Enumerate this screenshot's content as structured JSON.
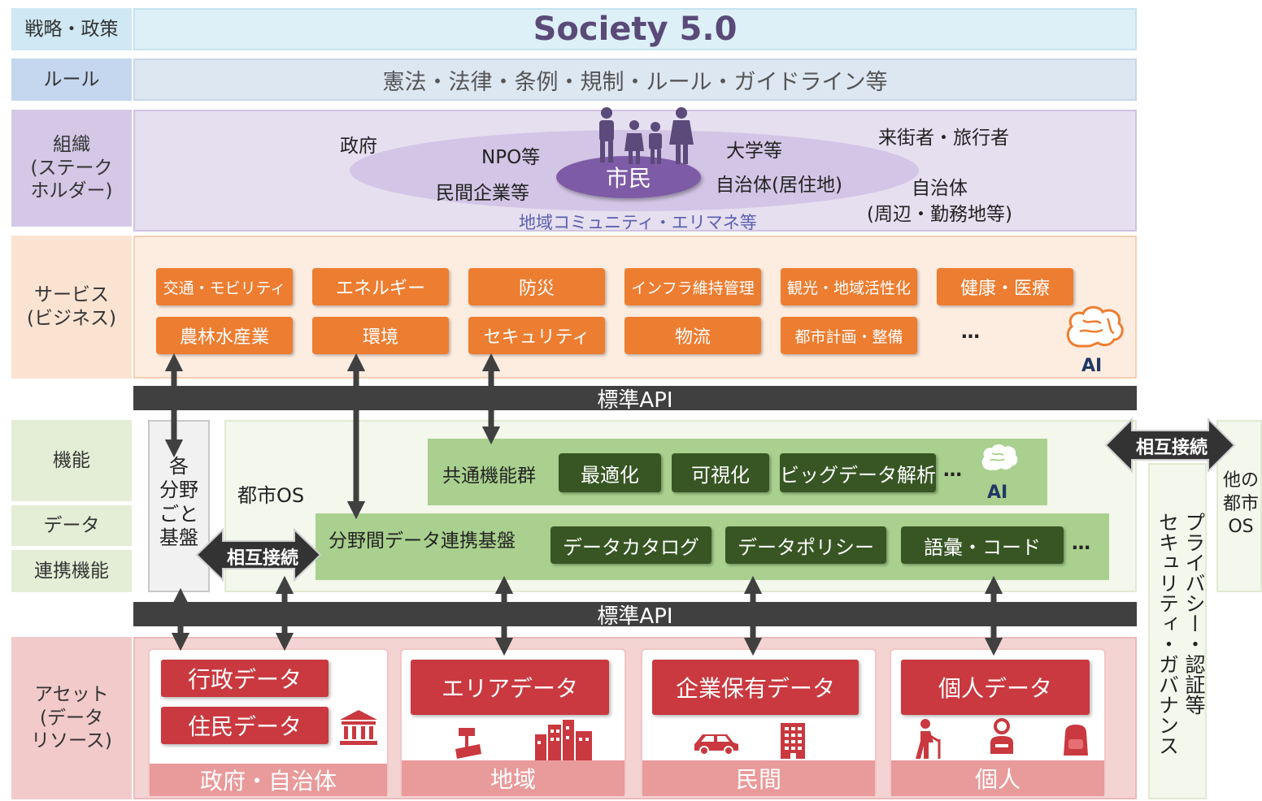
{
  "rows": {
    "strategy": {
      "label": "戦略・政策",
      "title": "Society 5.0"
    },
    "rule": {
      "label": "ルール",
      "text": "憲法・法律・条例・規制・ルール・ガイドライン等"
    },
    "org": {
      "label": "組織\n(ステーク\nホルダー)"
    },
    "service": {
      "label": "サービス\n(ビジネス)"
    },
    "function": {
      "label": "機能"
    },
    "data": {
      "label": "データ"
    },
    "link": {
      "label": "連携機能"
    },
    "asset": {
      "label": "アセット\n(データ\nリソース)"
    }
  },
  "stakeholders": {
    "gov": "政府",
    "npo": "NPO等",
    "citizen": "市民",
    "univ": "大学等",
    "visitors": "来街者・旅行者",
    "company": "民間企業等",
    "municipality_home": "自治体(居住地)",
    "municipality_other": "自治体\n(周辺・勤務地等)",
    "community": "地域コミュニティ・エリマネ等"
  },
  "services": [
    "交通・モビリティ",
    "エネルギー",
    "防災",
    "インフラ維持管理",
    "観光・地域活性化",
    "健康・医療",
    "農林水産業",
    "環境",
    "セキュリティ",
    "物流",
    "都市計画・整備",
    "…"
  ],
  "ai_label": "AI",
  "api_label": "標準API",
  "field_platform": "各\n分野\nごと\n基盤",
  "city_os": "都市OS",
  "mutual_connect": "相互接続",
  "common_functions": {
    "title": "共通機能群",
    "items": [
      "最適化",
      "可視化",
      "ビッグデータ解析"
    ],
    "more": "…"
  },
  "data_platform": {
    "title": "分野間データ連携基盤",
    "items": [
      "データカタログ",
      "データポリシー",
      "語彙・コード"
    ],
    "more": "…"
  },
  "security": "プライバシー・認証等\nセキュリティ・ガバナンス",
  "other_city": "他の\n都市\nOS",
  "assets": [
    {
      "data": [
        "行政データ",
        "住民データ"
      ],
      "label": "政府・自治体",
      "icons": [
        "government-building-icon"
      ]
    },
    {
      "data": [
        "エリアデータ"
      ],
      "label": "地域",
      "icons": [
        "camera-icon",
        "city-buildings-icon"
      ]
    },
    {
      "data": [
        "企業保有データ"
      ],
      "label": "民間",
      "icons": [
        "car-icon",
        "office-building-icon"
      ]
    },
    {
      "data": [
        "個人データ"
      ],
      "label": "個人",
      "icons": [
        "elderly-person-icon",
        "person-icon",
        "backpack-icon"
      ]
    }
  ],
  "colors": {
    "strategy_bg": "#ddf0f8",
    "rule_bg": "#dde7f2",
    "org_bg": "#e6dff0",
    "service_bg": "#fdece0",
    "function_bg": "#ebf1de",
    "asset_bg": "#f4d3d3",
    "orange": "#ed7d31",
    "dark_green": "#375623",
    "light_green": "#a9d08e",
    "red": "#c9393f",
    "api": "#404040"
  }
}
